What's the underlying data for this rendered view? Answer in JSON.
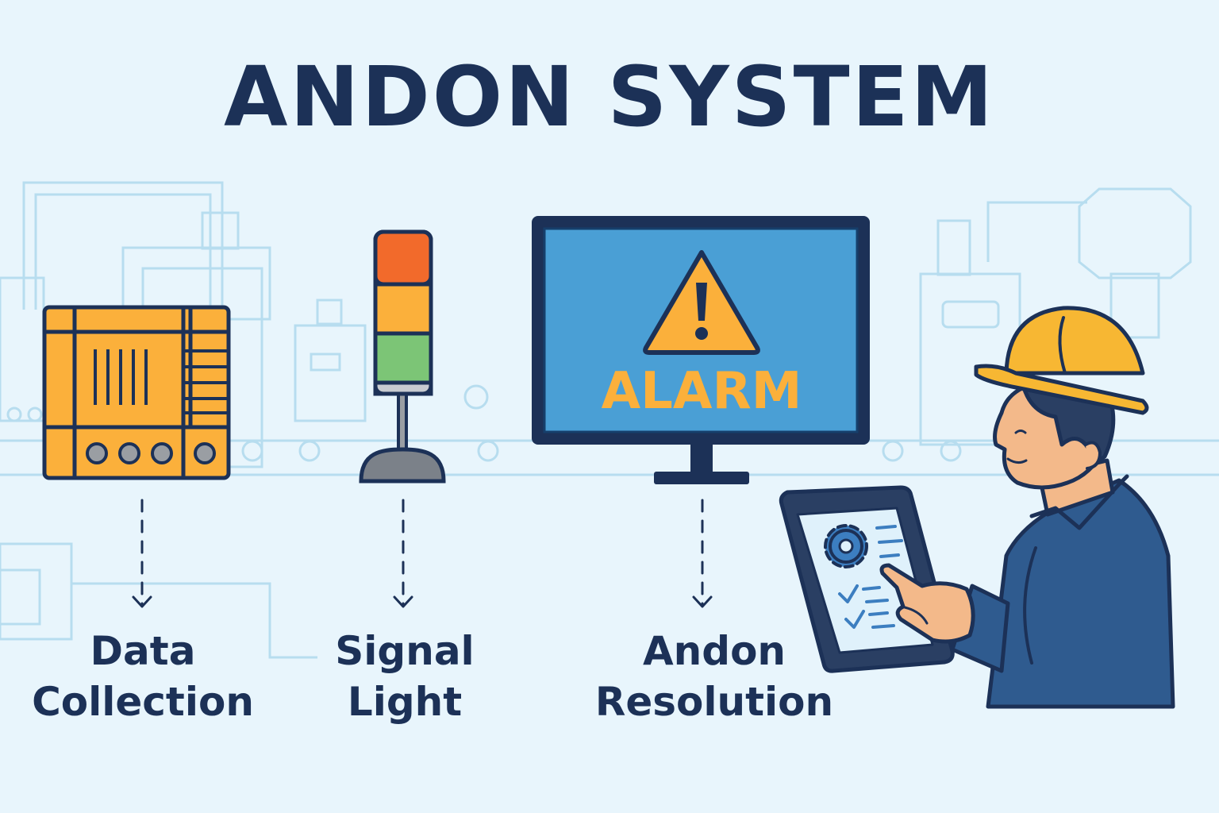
{
  "title": "ANDON SYSTEM",
  "alarm_text": "ALARM",
  "steps": [
    {
      "label": "Data\nCollection",
      "icon": "control-panel-icon"
    },
    {
      "label": "Signal\nLight",
      "icon": "signal-tower-icon"
    },
    {
      "label": "Andon\nResolution",
      "icon": "alarm-monitor-icon"
    }
  ],
  "colors": {
    "background": "#e8f5fc",
    "navy": "#1c3157",
    "orange_panel": "#fbb03b",
    "signal_red": "#f26a2b",
    "signal_amber": "#fbb03b",
    "signal_green": "#7cc576",
    "screen_blue": "#4a9fd5",
    "helmet_yellow": "#f7b733"
  }
}
